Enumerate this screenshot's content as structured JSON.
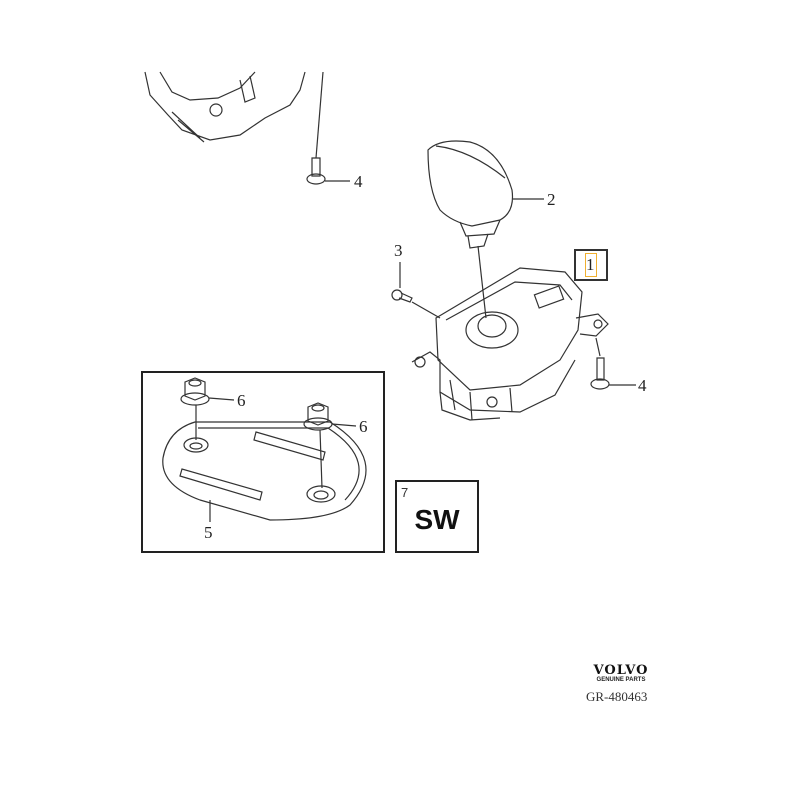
{
  "diagram": {
    "type": "exploded parts diagram",
    "callouts": [
      {
        "id": "1",
        "label": "1",
        "part": "gear selector module",
        "highlighted": true
      },
      {
        "id": "2",
        "label": "2",
        "part": "gear shift knob"
      },
      {
        "id": "3",
        "label": "3",
        "part": "screw"
      },
      {
        "id": "4a",
        "label": "4",
        "part": "stud pin (upper)"
      },
      {
        "id": "4b",
        "label": "4",
        "part": "stud pin (right)"
      },
      {
        "id": "5",
        "label": "5",
        "part": "cover plate"
      },
      {
        "id": "6a",
        "label": "6",
        "part": "flange nut (left)"
      },
      {
        "id": "6b",
        "label": "6",
        "part": "flange nut (right)"
      },
      {
        "id": "7",
        "label": "7",
        "part": "software"
      }
    ],
    "software_box": {
      "number": "7",
      "text": "SW"
    }
  },
  "footer": {
    "brand": "VOLVO",
    "tagline": "GENUINE PARTS",
    "reference": "GR-480463"
  },
  "colors": {
    "line": "#333333",
    "highlight": "#f0b030"
  }
}
